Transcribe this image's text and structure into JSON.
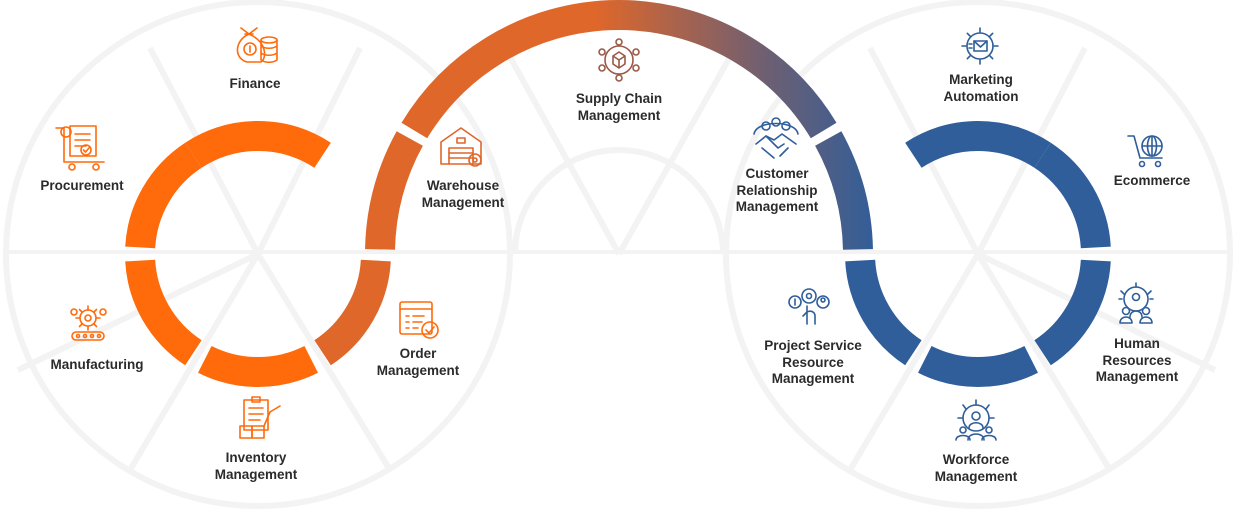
{
  "colors": {
    "orange": "#FF6A0A",
    "orange_dark": "#E0672A",
    "brown": "#6E5F72",
    "blue": "#2F5E9A",
    "text": "#2b2b2b",
    "bg_band": "#F4F4F4"
  },
  "modules": {
    "finance": {
      "lines": [
        "Finance"
      ],
      "icon": "money-bag-icon"
    },
    "procurement": {
      "lines": [
        "Procurement"
      ],
      "icon": "procurement-cart-icon"
    },
    "manufacturing": {
      "lines": [
        "Manufacturing"
      ],
      "icon": "factory-gears-icon"
    },
    "inventory": {
      "lines": [
        "Inventory",
        "Management"
      ],
      "icon": "clipboard-boxes-icon"
    },
    "order": {
      "lines": [
        "Order",
        "Management"
      ],
      "icon": "order-checklist-icon"
    },
    "warehouse": {
      "lines": [
        "Warehouse",
        "Management"
      ],
      "icon": "warehouse-gear-icon"
    },
    "supply": {
      "lines": [
        "Supply Chain",
        "Management"
      ],
      "icon": "supply-network-icon"
    },
    "crm": {
      "lines": [
        "Customer",
        "Relationship",
        "Management"
      ],
      "icon": "handshake-icon"
    },
    "project": {
      "lines": [
        "Project Service",
        "Resource",
        "Management"
      ],
      "icon": "project-resource-icon"
    },
    "marketing": {
      "lines": [
        "Marketing",
        "Automation"
      ],
      "icon": "marketing-gear-icon"
    },
    "ecommerce": {
      "lines": [
        "Ecommerce"
      ],
      "icon": "globe-cart-icon"
    },
    "hr": {
      "lines": [
        "Human",
        "Resources",
        "Management"
      ],
      "icon": "team-gear-icon"
    },
    "workforce": {
      "lines": [
        "Workforce",
        "Management"
      ],
      "icon": "workforce-gear-icon"
    }
  }
}
